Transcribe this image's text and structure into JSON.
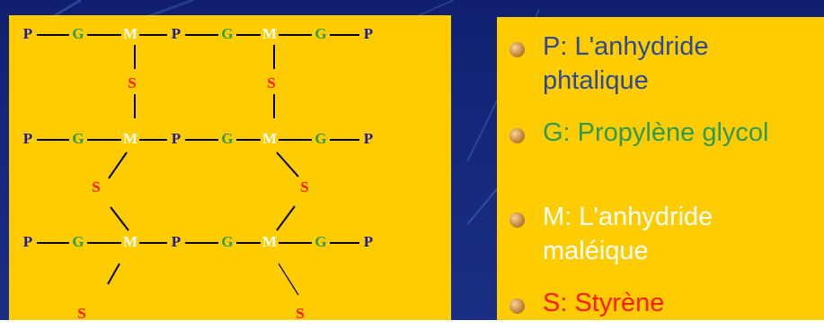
{
  "colors": {
    "background": "#16287c",
    "panel": "#ffcc00",
    "P": "#1a1aa8",
    "G": "#2f9a56",
    "M": "#ffffff",
    "S": "#ff1a00"
  },
  "diagram": {
    "rows": [
      [
        "P",
        "G",
        "M",
        "P",
        "G",
        "M",
        "G",
        "P"
      ],
      [
        "P",
        "G",
        "M",
        "P",
        "G",
        "M",
        "G",
        "P"
      ],
      [
        "P",
        "G",
        "M",
        "P",
        "G",
        "M",
        "G",
        "P"
      ]
    ],
    "styrene_label": "S"
  },
  "legend": [
    {
      "key": "P",
      "text": "P: L'anhydride phtalique"
    },
    {
      "key": "G",
      "text": " G: Propylène glycol"
    },
    {
      "key": "M",
      "text": "M: L'anhydride maléique"
    },
    {
      "key": "S",
      "text": "S: Styrène"
    }
  ]
}
